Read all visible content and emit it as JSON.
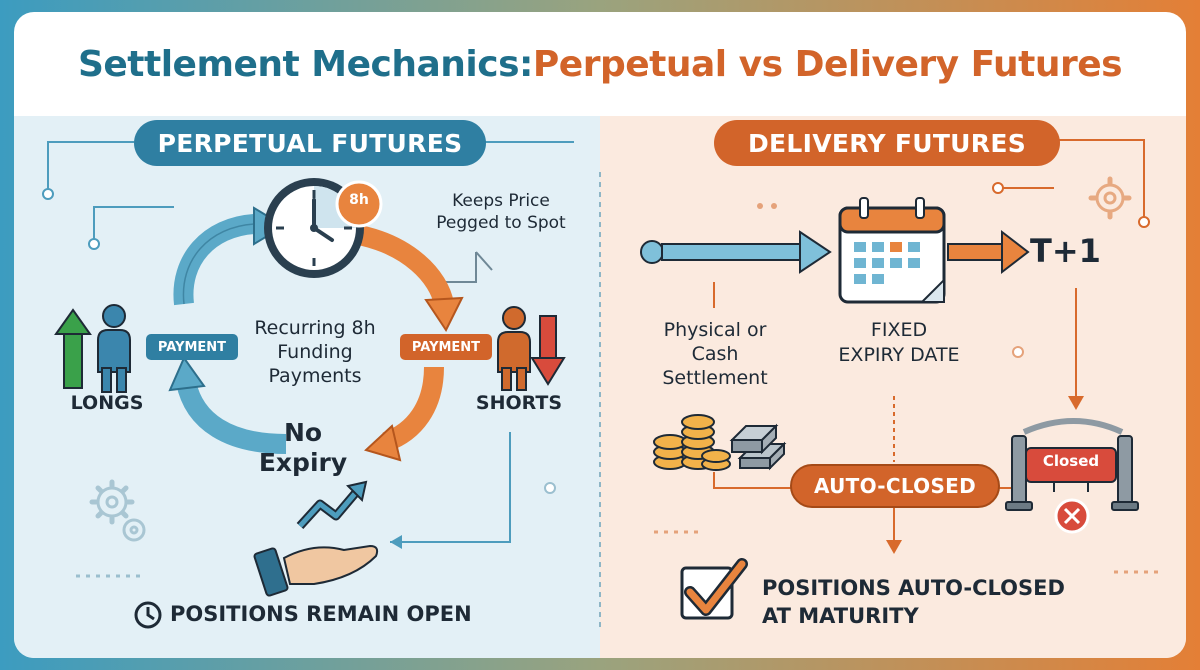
{
  "header": {
    "title_left": "Settlement Mechanics: ",
    "title_right": "Perpetual vs Delivery Futures"
  },
  "perpetual": {
    "heading": "PERPETUAL FUTURES",
    "clock_badge": "8h",
    "peg_note_line1": "Keeps Price",
    "peg_note_line2": "Pegged to Spot",
    "cycle_line1": "Recurring 8h",
    "cycle_line2": "Funding",
    "cycle_line3": "Payments",
    "payment_left": "PAYMENT",
    "payment_right": "PAYMENT",
    "longs_label": "LONGS",
    "shorts_label": "SHORTS",
    "no_expiry_line1": "No",
    "no_expiry_line2": "Expiry",
    "footer": "POSITIONS REMAIN OPEN"
  },
  "delivery": {
    "heading": "DELIVERY FUTURES",
    "t_plus": "T+1",
    "settlement_line1": "Physical or",
    "settlement_line2": "Cash",
    "settlement_line3": "Settlement",
    "expiry_line1": "FIXED",
    "expiry_line2": "EXPIRY DATE",
    "auto_closed": "AUTO-CLOSED",
    "closed_sign": "Closed",
    "footer_line1": "POSITIONS AUTO-CLOSED",
    "footer_line2": "AT MATURITY"
  },
  "colors": {
    "blue": "#3d8fb3",
    "blue_dark": "#1f6f8b",
    "orange": "#e0702c",
    "orange_dark": "#c95a20",
    "green": "#3aa14a",
    "red": "#d84b3c",
    "navy": "#1e2a36"
  }
}
